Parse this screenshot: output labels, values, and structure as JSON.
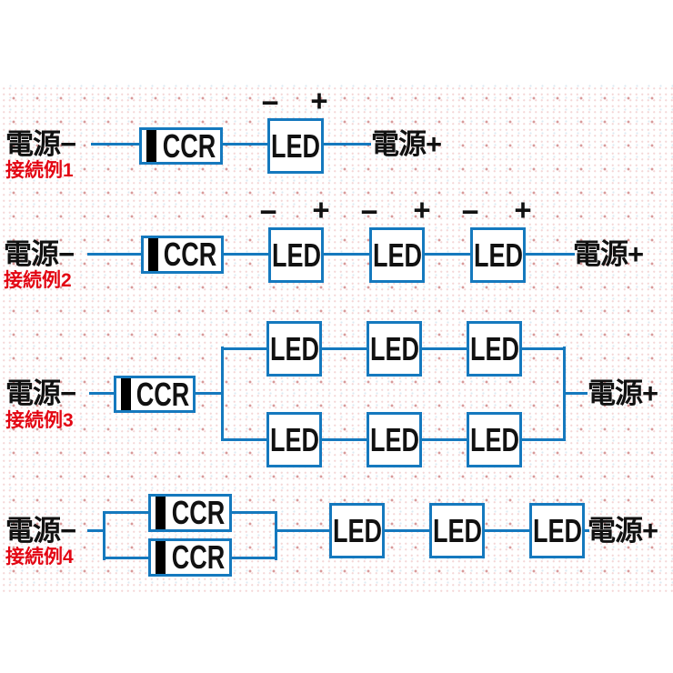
{
  "colors": {
    "wire_blue": "#1579be",
    "example_red": "#e30613",
    "text_black": "#111111"
  },
  "labels": {
    "power_minus": "電源−",
    "power_plus": "電源+",
    "ccr": "CCR",
    "led": "LED",
    "polarity_minus": "−",
    "polarity_plus": "+"
  },
  "examples": [
    {
      "label": "接続例1",
      "ccr_count": 1,
      "led_count": 1,
      "polarity_marks_shown": true
    },
    {
      "label": "接続例2",
      "ccr_count": 1,
      "led_count": 3,
      "polarity_marks_shown": true
    },
    {
      "label": "接続例3",
      "ccr_count": 1,
      "led_count": 6,
      "polarity_marks_shown": false
    },
    {
      "label": "接続例4",
      "ccr_count": 2,
      "led_count": 3,
      "polarity_marks_shown": false
    }
  ]
}
